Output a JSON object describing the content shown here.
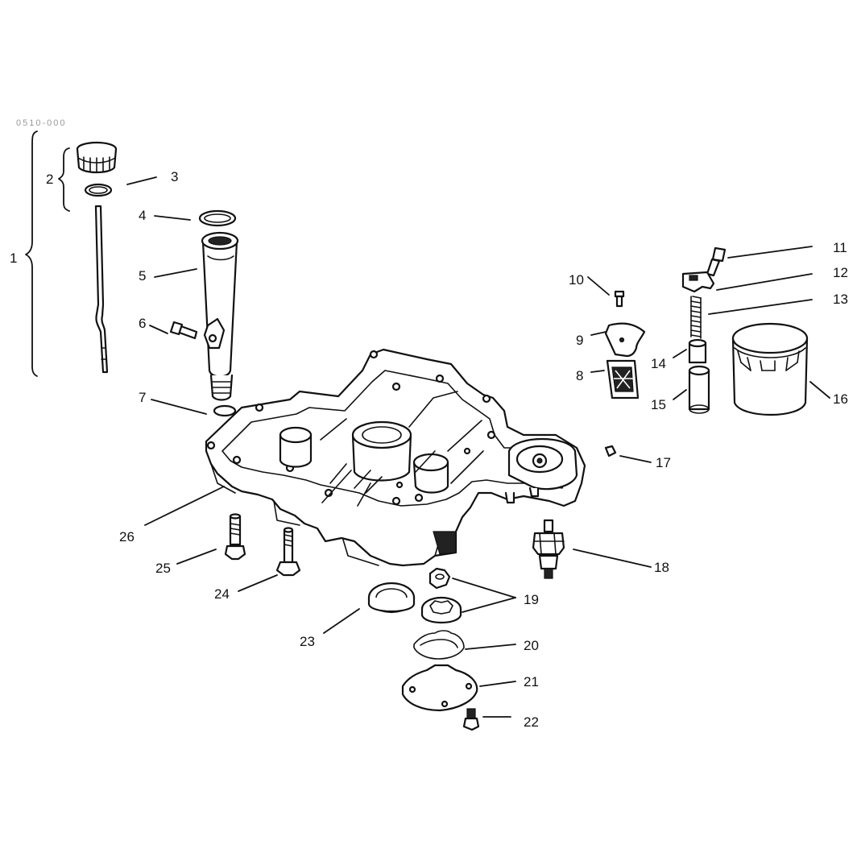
{
  "diagram": {
    "header_fragment": "0510-000",
    "callouts": [
      "1",
      "2",
      "3",
      "4",
      "5",
      "6",
      "7",
      "8",
      "9",
      "10",
      "11",
      "12",
      "13",
      "14",
      "15",
      "16",
      "17",
      "18",
      "19",
      "20",
      "21",
      "22",
      "23",
      "24",
      "25",
      "26"
    ]
  }
}
